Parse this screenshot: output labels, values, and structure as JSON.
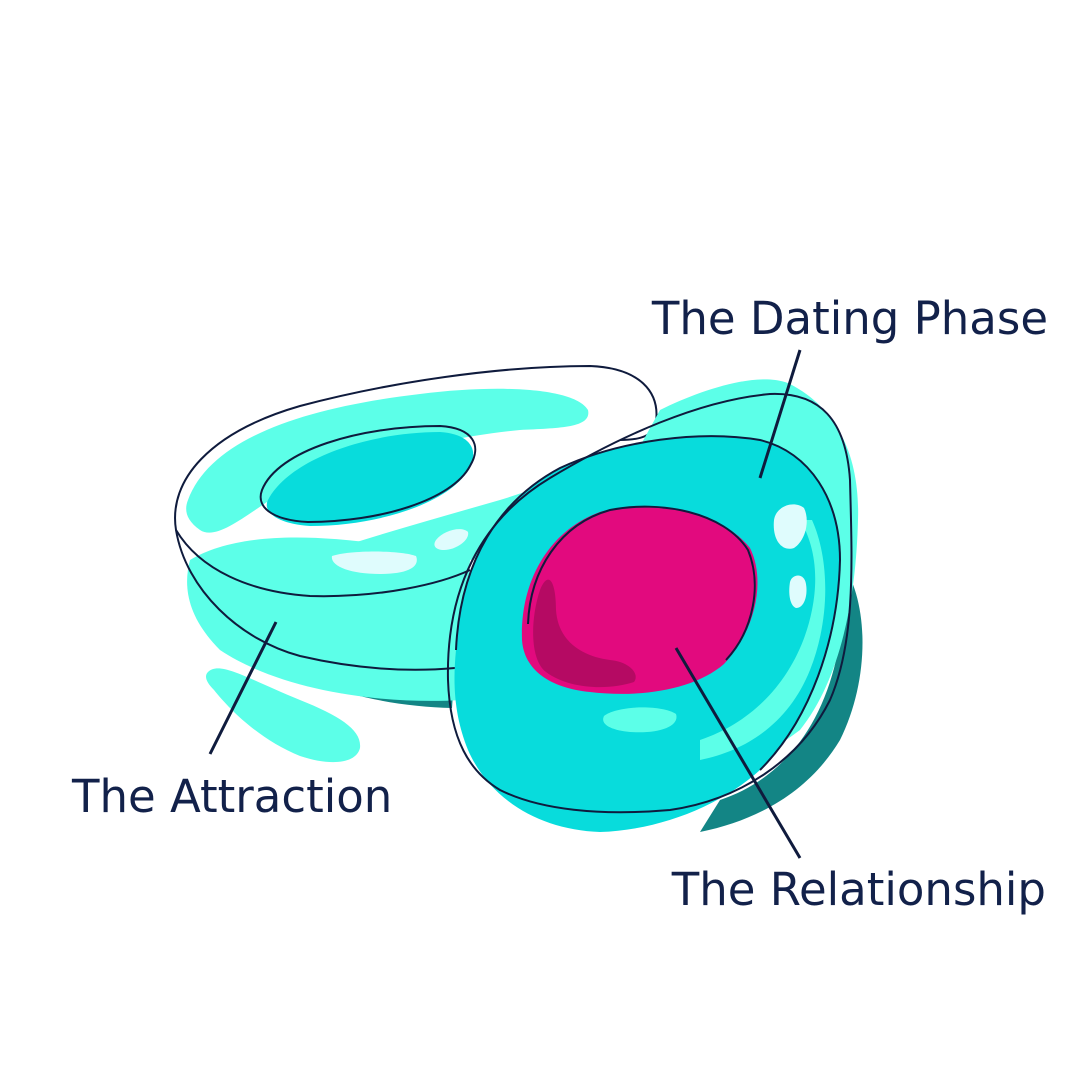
{
  "labels": {
    "dating_phase": "The Dating Phase",
    "attraction": "The Attraction",
    "relationship": "The Relationship"
  },
  "colors": {
    "light_cyan": "#5cffe8",
    "cyan": "#08dcdc",
    "dark_teal": "#138585",
    "highlight": "#dffcfd",
    "magenta": "#e20a7e",
    "dark_magenta": "#b50a63",
    "outline": "#0f1b3d",
    "label_text": "#12214a"
  },
  "icons": {
    "left_half": "avocado-half-pitless",
    "right_half": "avocado-half-with-pit"
  }
}
